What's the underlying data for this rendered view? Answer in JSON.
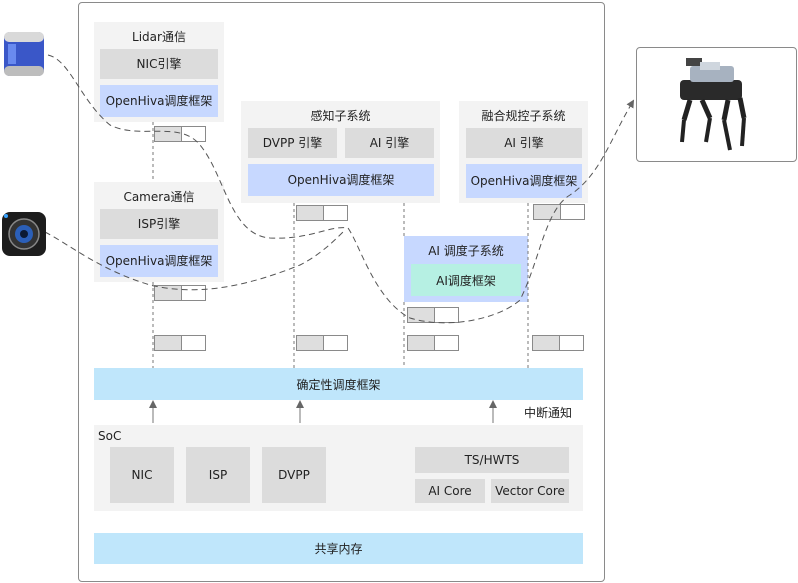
{
  "lidar": {
    "title": "Lidar通信",
    "nic_engine": "NIC引擎",
    "framework": "OpenHiva调度框架"
  },
  "camera": {
    "title": "Camera通信",
    "isp_engine": "ISP引擎",
    "framework": "OpenHiva调度框架"
  },
  "perception": {
    "title": "感知子系统",
    "dvpp_engine": "DVPP 引擎",
    "ai_engine": "AI 引擎",
    "framework": "OpenHiva调度框架"
  },
  "fusion": {
    "title": "融合规控子系统",
    "ai_engine": "AI 引擎",
    "framework": "OpenHiva调度框架"
  },
  "ai_sched": {
    "title": "AI 调度子系统",
    "framework": "AI调度框架"
  },
  "deterministic": "确定性调度框架",
  "interrupt": "中断通知",
  "soc": {
    "label": "SoC",
    "nic": "NIC",
    "isp": "ISP",
    "dvpp": "DVPP",
    "ts": "TS/HWTS",
    "ai_core": "AI Core",
    "vector_core": "Vector Core"
  },
  "shared_memory": "共享内存",
  "colors": {
    "panel": "#f3f3f3",
    "gray_block": "#dcdcdc",
    "blue_block": "#c7d8ff",
    "teal_block": "#b6f0e3",
    "light_blue_bar": "#bfe6fb"
  },
  "icons": {
    "lidar": "lidar-sensor-icon",
    "camera": "camera-lens-icon",
    "robot": "robot-dog-image"
  }
}
